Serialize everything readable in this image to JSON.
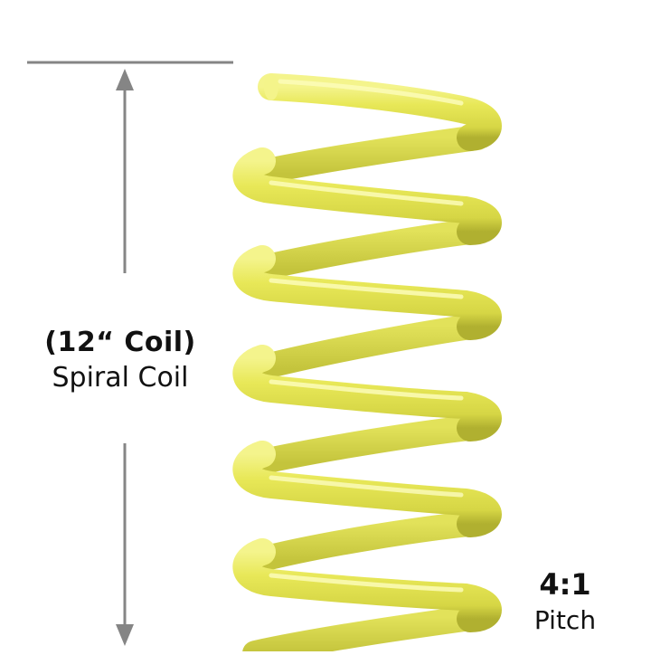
{
  "dimension": {
    "size_label": "(12“ Coil)",
    "type_label": "Spiral Coil",
    "line_color": "#858585"
  },
  "pitch": {
    "ratio_label": "4:1",
    "caption": "Pitch"
  },
  "coil": {
    "color": "#e6e652",
    "highlight_color": "#fafaa6",
    "shadow_color": "#b8b83a",
    "turns_visible": 6
  }
}
